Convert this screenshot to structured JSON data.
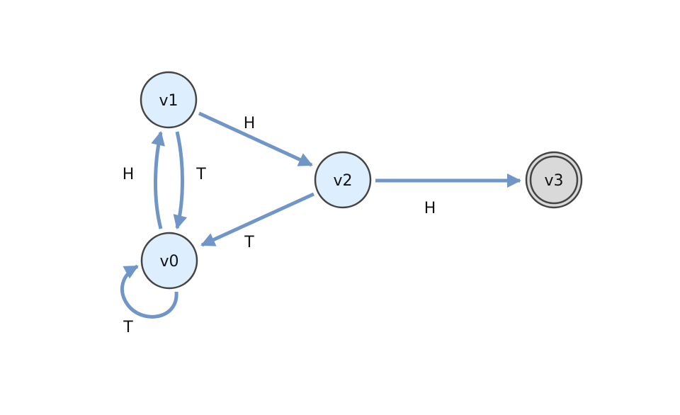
{
  "colors": {
    "edge": "#7096c8",
    "node_fill": "#ddeeff",
    "node_stroke": "#444444",
    "accept_fill": "#d9d9d9"
  },
  "nodes": {
    "v0": {
      "label": "v0",
      "accepting": false
    },
    "v1": {
      "label": "v1",
      "accepting": false
    },
    "v2": {
      "label": "v2",
      "accepting": false
    },
    "v3": {
      "label": "v3",
      "accepting": true
    }
  },
  "edges": [
    {
      "from": "v1",
      "to": "v2",
      "label": "H"
    },
    {
      "from": "v0",
      "to": "v1",
      "label": "H"
    },
    {
      "from": "v1",
      "to": "v0",
      "label": "T"
    },
    {
      "from": "v2",
      "to": "v0",
      "label": "T"
    },
    {
      "from": "v2",
      "to": "v3",
      "label": "H"
    },
    {
      "from": "v0",
      "to": "v0",
      "label": "T"
    }
  ]
}
